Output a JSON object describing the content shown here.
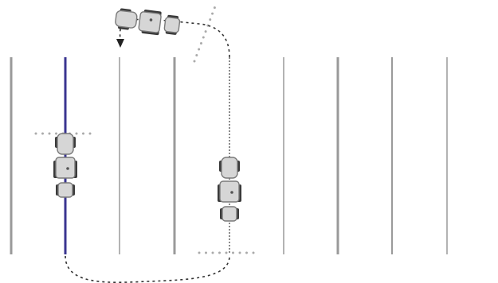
{
  "diagram": {
    "kind": "headland turn guidance lines",
    "rows": [
      {
        "id": "row-1",
        "style": "thick-gray"
      },
      {
        "id": "row-2",
        "style": "active-blue"
      },
      {
        "id": "row-3",
        "style": "thin-gray"
      },
      {
        "id": "row-4",
        "style": "thick-gray"
      },
      {
        "id": "row-5",
        "style": "dashed-gray"
      },
      {
        "id": "row-6",
        "style": "thin-gray"
      },
      {
        "id": "row-7",
        "style": "thick-gray"
      },
      {
        "id": "row-8",
        "style": "thin-gray"
      },
      {
        "id": "row-9",
        "style": "thin-gray"
      }
    ],
    "vehicles": [
      {
        "name": "tractor-in-active-row",
        "row": 2,
        "heading": "up"
      },
      {
        "name": "tractor-in-dashed-row",
        "row": 5,
        "heading": "up"
      },
      {
        "name": "tractor-turning",
        "heading": "left"
      }
    ],
    "colors": {
      "active_line": "#3a3590",
      "line": "#8c8c8c",
      "vehicle_fill": "#d6d6d6",
      "vehicle_outline": "#7a7a7a",
      "wheel": "#3a3a3a",
      "dots": "#aaaaaa",
      "path": "#333333"
    }
  }
}
